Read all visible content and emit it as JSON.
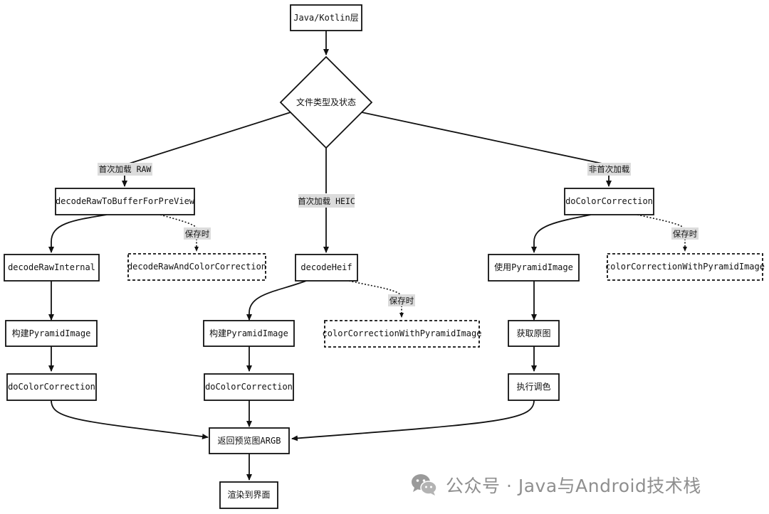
{
  "diagram": {
    "nodes": {
      "root": "Java/Kotlin层",
      "decision": "文件类型及状态",
      "raw_preview": "decodeRawToBufferForPreView",
      "raw_internal": "decodeRawInternal",
      "raw_color_save": "decodeRawAndColorCorrection",
      "raw_pyramid": "构建PyramidImage",
      "raw_correction": "doColorCorrection",
      "heif_decode": "decodeHeif",
      "heif_save": "colorCorrectionWithPyramidImage",
      "heif_pyramid": "构建PyramidImage",
      "heif_correction": "doColorCorrection",
      "cc": "doColorCorrection",
      "use_pyramid": "使用PyramidImage",
      "cc_save": "colorCorrectionWithPyramidImage",
      "get_original": "获取原图",
      "apply_tone": "执行调色",
      "return_argb": "返回预览图ARGB",
      "render_ui": "渲染到界面"
    },
    "edge_labels": {
      "first_raw": "首次加载 RAW",
      "first_heic": "首次加载 HEIC",
      "not_first": "非首次加载",
      "save_raw": "保存时",
      "save_heif": "保存时",
      "save_cc": "保存时"
    }
  },
  "watermark": {
    "text": "公众号 · Java与Android技术栈",
    "icon": "wechat-icon",
    "color": "#8f8f8f"
  },
  "colors": {
    "stroke": "#111111",
    "label_bg": "#dcdcdc",
    "background": "#ffffff"
  }
}
